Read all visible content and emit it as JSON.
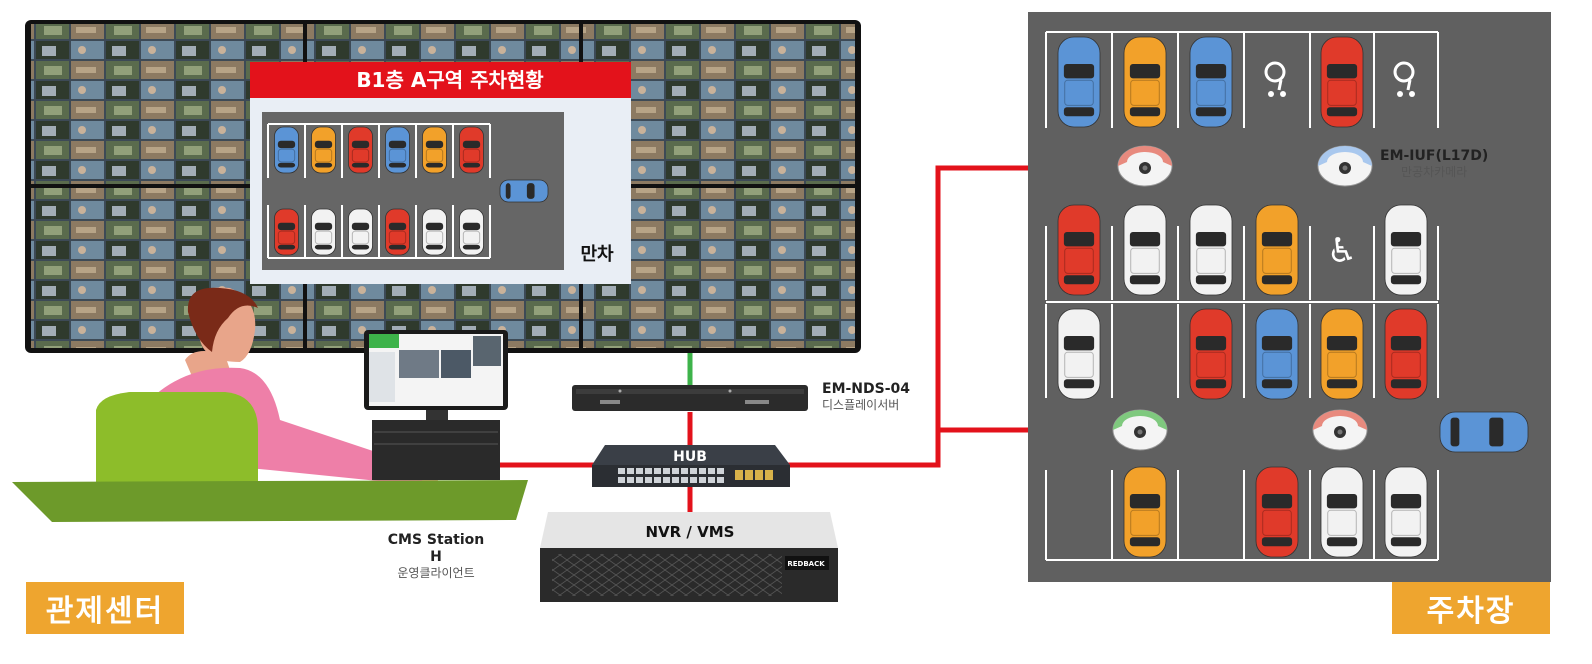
{
  "monitor": {
    "title": "B1층 A구역 주차현황",
    "status": "만차",
    "top_row_cars": [
      "blue",
      "orange",
      "red",
      "blue",
      "orange",
      "red"
    ],
    "bottom_row_cars": [
      "red",
      "white",
      "white",
      "red",
      "white",
      "white"
    ],
    "moving_car": "blue"
  },
  "devices": {
    "display_server": {
      "model": "EM-NDS-04",
      "desc": "디스플레이서버"
    },
    "hub": {
      "label": "HUB"
    },
    "nvr": {
      "label": "NVR / VMS",
      "brand": "REDBACK"
    },
    "cms": {
      "model": "CMS Station H",
      "desc": "운영클라이언트"
    },
    "camera": {
      "model": "EM-IUF(L17D)",
      "desc": "만공차카메라"
    }
  },
  "labels": {
    "control_center": "관제센터",
    "parking_lot": "주차장"
  },
  "colors": {
    "accent_orange": "#eea52f",
    "line_red": "#e3121b",
    "line_green": "#3db34a",
    "lot_gray": "#606060",
    "car_blue": "#5b94d6",
    "car_orange": "#f2a12a",
    "car_red": "#e03a2a",
    "car_white": "#f2f2f2",
    "cam_red": "#e88a7e",
    "cam_blue": "#a9c8ee",
    "cam_green": "#7fc97e"
  },
  "parking": {
    "row1": [
      "blue",
      "orange",
      "blue",
      "priority",
      "red",
      "priority"
    ],
    "row2": [
      "red",
      "white",
      "white",
      "orange",
      "disabled",
      "white"
    ],
    "row3": [
      "white",
      "",
      "red",
      "blue",
      "orange",
      "red"
    ],
    "row4": [
      "",
      "orange",
      "",
      "red",
      "white",
      "white"
    ],
    "moving_car": "blue",
    "cameras_top": [
      "red",
      "blue"
    ],
    "cameras_bottom": [
      "green",
      "red"
    ]
  }
}
